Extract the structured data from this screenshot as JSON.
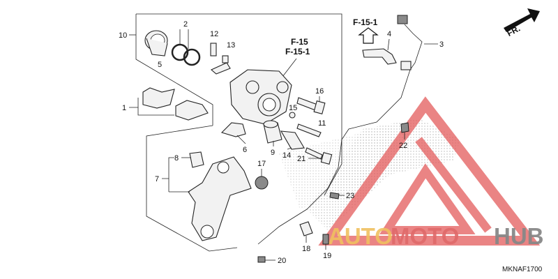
{
  "diagram": {
    "code": "MKNAF1700",
    "front_arrow_label": "FR.",
    "references": [
      {
        "id": "ref-f15",
        "text": "F-15"
      },
      {
        "id": "ref-f151-a",
        "text": "F-15-1"
      },
      {
        "id": "ref-f151-b",
        "text": "F-15-1"
      }
    ],
    "callouts": [
      "1",
      "2",
      "3",
      "4",
      "5",
      "6",
      "7",
      "8",
      "9",
      "10",
      "11",
      "12",
      "13",
      "14",
      "15",
      "16",
      "17",
      "18",
      "19",
      "20",
      "21",
      "22",
      "23"
    ]
  },
  "watermark": {
    "text_a": "AUTO",
    "text_b": "MOTO",
    "text_c": "HUB",
    "colors": {
      "a": "#f0c060",
      "b": "#e06a6a",
      "c": "#888888",
      "triangle": "#e35b5b"
    }
  }
}
